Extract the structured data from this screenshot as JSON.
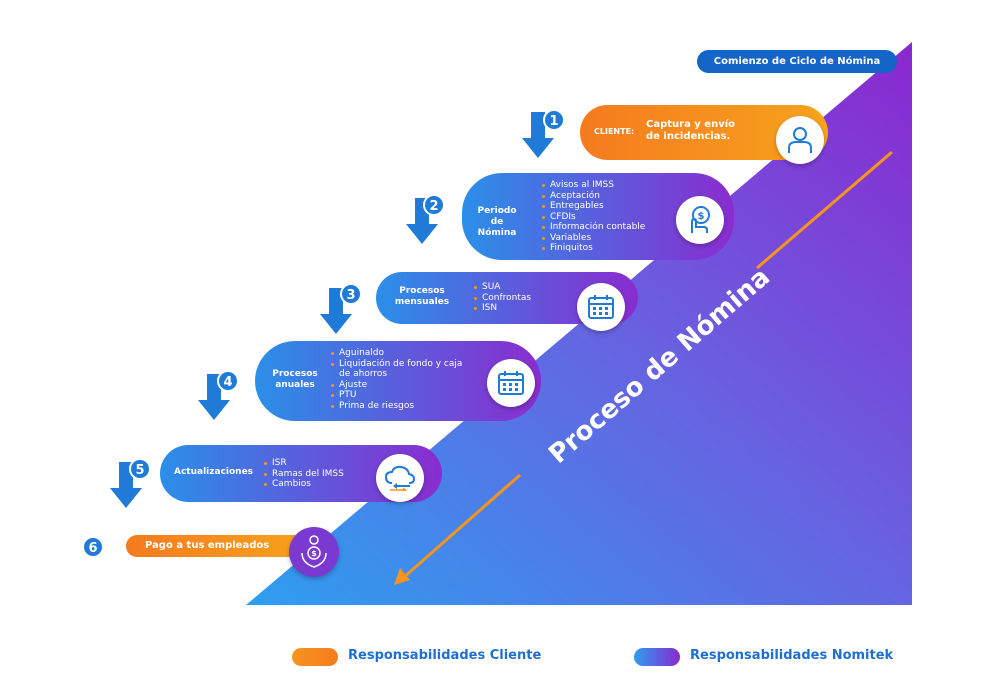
{
  "header": {
    "start_label": "Comienzo de Ciclo de Nómina"
  },
  "diagonal_label": "Proceso de Nómina",
  "steps": [
    {
      "number": "1",
      "tag": "CLIENTE:",
      "title": "Captura y envío de incidencias.",
      "icon": "user-icon"
    },
    {
      "number": "2",
      "title": "Periodo de Nómina",
      "items": [
        "Avisos al IMSS",
        "Aceptación",
        "Entregables",
        "CFDIs",
        "Información contable",
        "Variables",
        "Finiquitos"
      ],
      "icon": "hand-money-icon"
    },
    {
      "number": "3",
      "title": "Procesos mensuales",
      "items": [
        "SUA",
        "Confrontas",
        "ISN"
      ],
      "icon": "calendar-icon"
    },
    {
      "number": "4",
      "title": "Procesos anuales",
      "items": [
        "Aguinaldo",
        "Liquidación de fondo y caja de ahorros",
        "Ajuste",
        "PTU",
        "Prima de riesgos"
      ],
      "icon": "calendar-icon"
    },
    {
      "number": "5",
      "title": "Actualizaciones",
      "items": [
        "ISR",
        "Ramas del IMSS",
        "Cambios"
      ],
      "icon": "cloud-sync-icon"
    },
    {
      "number": "6",
      "title": "Pago a tus empleados",
      "icon": "payment-hands-icon"
    }
  ],
  "legend": {
    "client": "Responsabilidades Cliente",
    "nomitek": "Responsabilidades Nomitek"
  },
  "colors": {
    "blue": "#2a8de8",
    "purple": "#8c2ed0",
    "orange": "#f7941d",
    "badge": "#1f7ad8",
    "text_blue": "#1f6fd1"
  }
}
